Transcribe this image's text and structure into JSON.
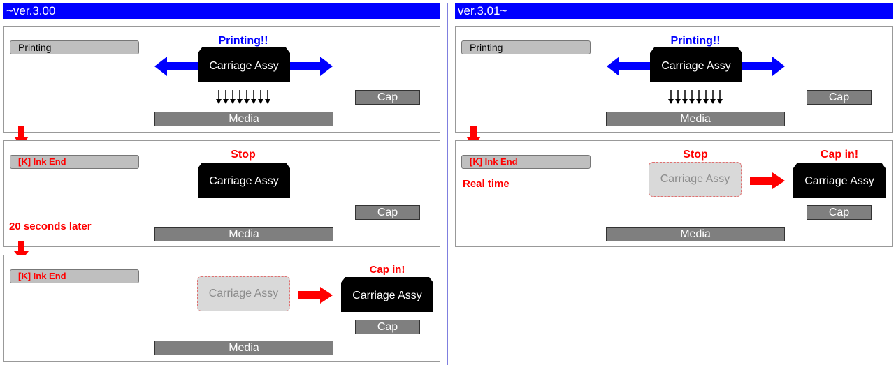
{
  "left": {
    "header": "~ver.3.00",
    "panel1": {
      "status": "Printing",
      "title": "Printing!!",
      "carriage": "Carriage Assy",
      "cap": "Cap",
      "media": "Media"
    },
    "panel2": {
      "status": "[K] Ink End",
      "title": "Stop",
      "carriage": "Carriage Assy",
      "cap": "Cap",
      "media": "Media",
      "note": "20 seconds later"
    },
    "panel3": {
      "status": "[K] Ink End",
      "ghost": "Carriage Assy",
      "title": "Cap in!",
      "carriage": "Carriage Assy",
      "cap": "Cap",
      "media": "Media"
    }
  },
  "right": {
    "header": "ver.3.01~",
    "panel1": {
      "status": "Printing",
      "title": "Printing!!",
      "carriage": "Carriage Assy",
      "cap": "Cap",
      "media": "Media"
    },
    "panel2": {
      "status": "[K] Ink End",
      "note": "Real time",
      "stop_title": "Stop",
      "ghost": "Carriage Assy",
      "title": "Cap in!",
      "carriage": "Carriage Assy",
      "cap": "Cap",
      "media": "Media"
    }
  },
  "colors": {
    "header": "#0000ff",
    "motion_arrow": "#0000ff",
    "flow_arrow": "#ff0000",
    "carriage": "#000000",
    "cap_media": "#7f7f7f"
  }
}
